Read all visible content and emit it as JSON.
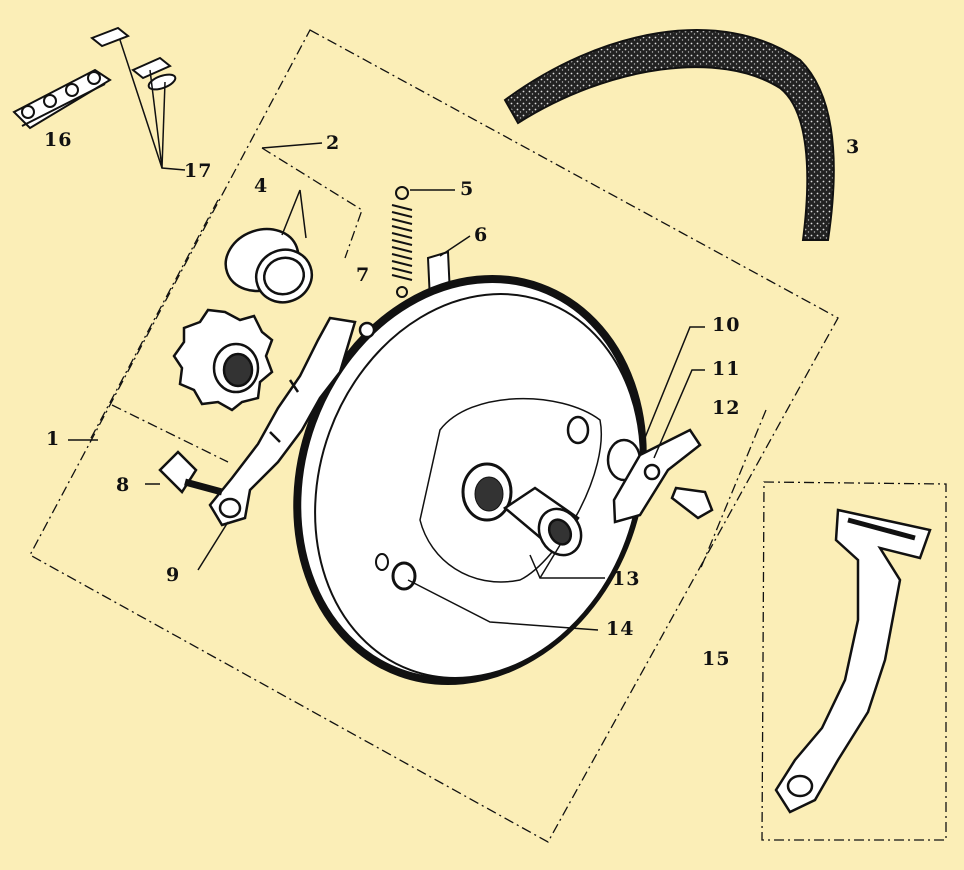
{
  "diagram": {
    "background": "#fbeeb7",
    "ink": "#111111",
    "part_fill": "#ffffff",
    "labels": {
      "p1": "1",
      "p2": "2",
      "p3": "3",
      "p4": "4",
      "p5": "5",
      "p6": "6",
      "p7": "7",
      "p8": "8",
      "p9": "9",
      "p10": "10",
      "p11": "11",
      "p12": "12",
      "p13": "13",
      "p14": "14",
      "p15": "15",
      "p16": "16",
      "p17": "17"
    }
  }
}
